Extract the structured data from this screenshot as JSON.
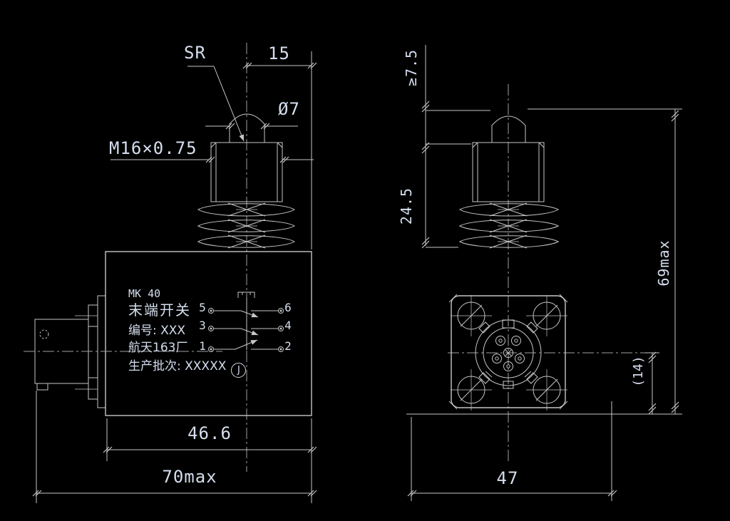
{
  "colors": {
    "background": "#000000",
    "line": "#c6c6c6",
    "centerline": "#9f9f9f",
    "text": "#d5deee"
  },
  "side_view": {
    "dims": {
      "sphere_radius": "SR",
      "top_width": "15",
      "plunger_dia": "Ø7",
      "thread": "M16×0.75",
      "body_width": "46.6",
      "overall_width": "70max"
    },
    "nameplate": {
      "model": "MK 40",
      "product_name": "末端开关",
      "serial": "编号: XXX",
      "factory": "航天163厂",
      "batch": "生产批次: XXXXX",
      "stamp": "J"
    },
    "schematic": {
      "terminals_left": [
        "5",
        "3",
        "1"
      ],
      "terminals_right": [
        "6",
        "4",
        "2"
      ]
    }
  },
  "front_view": {
    "dims": {
      "min_travel": "≥7.5",
      "neck_height": "24.5",
      "overall_height": "69max",
      "face_offset": "(14)",
      "flange_width": "47"
    }
  }
}
